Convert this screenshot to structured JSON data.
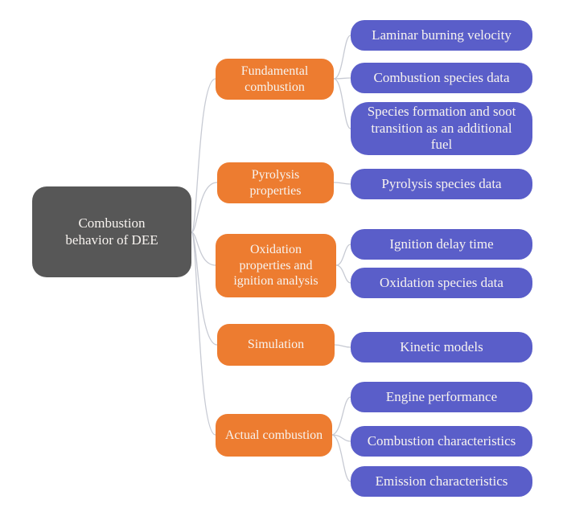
{
  "title": "Combustion behavior of DEE diagram",
  "root": {
    "label": "Combustion behavior of DEE"
  },
  "branches": [
    {
      "label": "Fundamental combustion",
      "leaves": [
        "Laminar burning velocity",
        "Combustion species data",
        "Species formation and soot transition as an additional fuel"
      ]
    },
    {
      "label": "Pyrolysis properties",
      "leaves": [
        "Pyrolysis species data"
      ]
    },
    {
      "label": "Oxidation properties and ignition analysis",
      "leaves": [
        "Ignition delay time",
        "Oxidation species data"
      ]
    },
    {
      "label": "Simulation",
      "leaves": [
        "Kinetic models"
      ]
    },
    {
      "label": "Actual combustion",
      "leaves": [
        "Engine performance",
        "Combustion characteristics",
        "Emission characteristics"
      ]
    }
  ],
  "colors": {
    "canvas_bg": "#FFFFFF",
    "root_bg": "#575757",
    "branch_bg": "#ED7C30",
    "leaf_bg": "#5A5EC9",
    "node_text": "#F7F3EF",
    "connector": "#C7CAD3"
  }
}
